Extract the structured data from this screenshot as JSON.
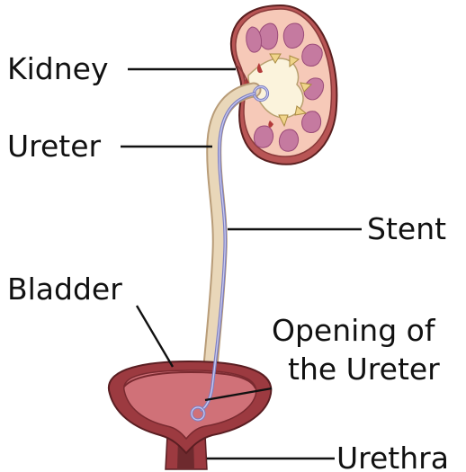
{
  "labels": {
    "kidney": "Kidney",
    "ureter": "Ureter",
    "stent": "Stent",
    "bladder": "Bladder",
    "opening_line1": "Opening of",
    "opening_line2": "the Ureter",
    "urethra": "Urethra"
  },
  "colors": {
    "kidney_outer": "#f6c9b8",
    "kidney_capsule": "#b85555",
    "pyramid": "#c57aa0",
    "renal_pelvis": "#fbf3dc",
    "ureter": "#e9d7b9",
    "stent": "#a7a8dd",
    "bladder_outer": "#9c3a40",
    "bladder_inner": "#d07178",
    "bladder_dark": "#6e2a2e",
    "leader_line": "#111111"
  }
}
